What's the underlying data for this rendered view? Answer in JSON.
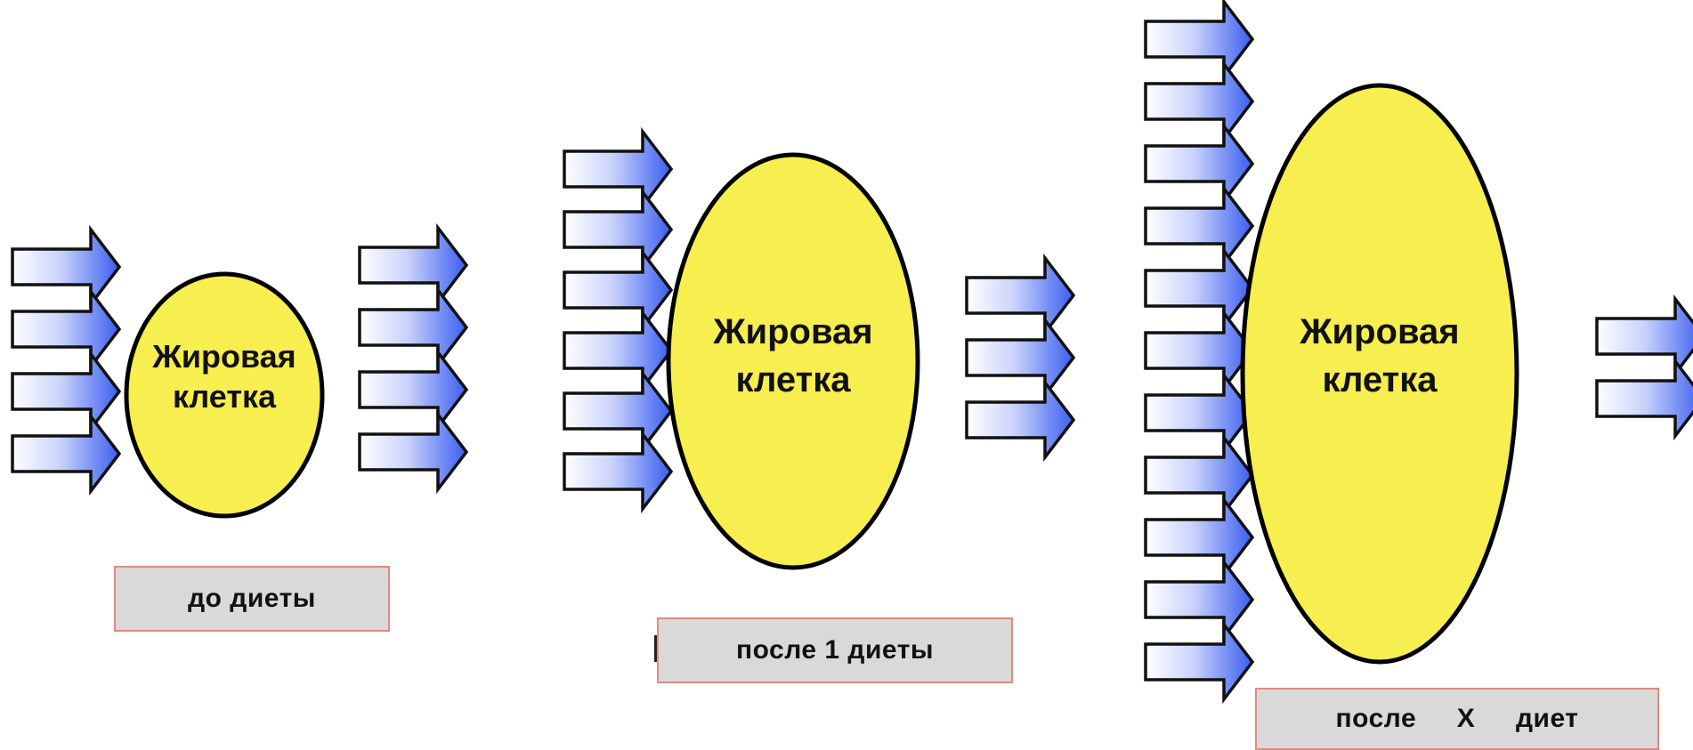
{
  "stages": [
    {
      "cell_label_line1": "Жировая",
      "cell_label_line2": "клетка",
      "caption": "до диеты",
      "inflow_arrows": 4,
      "outflow_arrows": 4
    },
    {
      "cell_label_line1": "Жировая",
      "cell_label_line2": "клетка",
      "caption": "после 1 диеты",
      "inflow_arrows": 6,
      "outflow_arrows": 3
    },
    {
      "cell_label_line1": "Жировая",
      "cell_label_line2": "клетка",
      "caption": "после  X  диет",
      "inflow_arrows": 11,
      "outflow_arrows": 2
    }
  ],
  "colors": {
    "cell_fill": "#f7ee4f",
    "cell_stroke": "#000000",
    "arrow_light": "#ffffff",
    "arrow_dark": "#3a5ef0",
    "arrow_stroke": "#111111",
    "caption_bg": "#d9d9d9",
    "caption_border": "#e08a80"
  }
}
